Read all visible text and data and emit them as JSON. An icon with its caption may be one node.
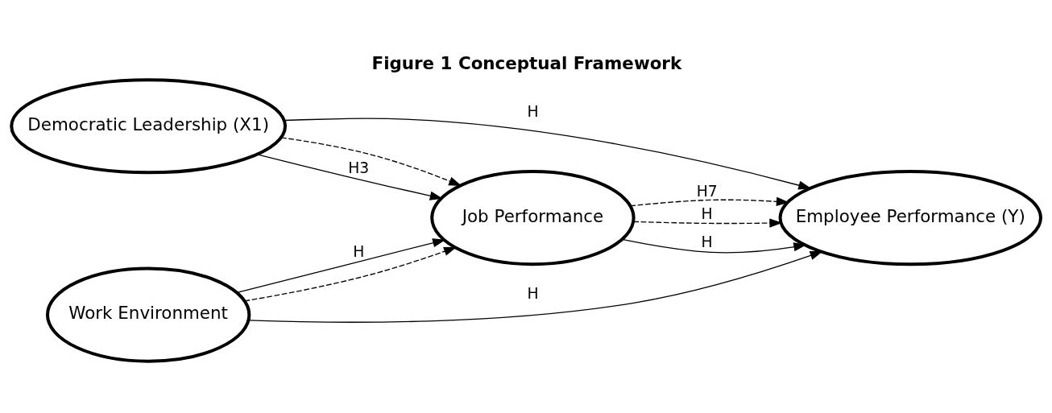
{
  "diagram": {
    "title": "Figure 1 Conceptual Framework",
    "nodes": [
      {
        "text": [
          "Democratic Leadership (X1)"
        ]
      },
      {
        "text": [
          "Job Performance"
        ]
      },
      {
        "text": [
          "Work Environment"
        ]
      },
      {
        "text": [
          "Employee Performance (Y)"
        ]
      }
    ],
    "edges": [
      {
        "from": 0,
        "to": 3,
        "arrow": "to",
        "label": "H"
      },
      {
        "from": 0,
        "to": 1,
        "arrow": "to",
        "style": "dashed"
      },
      {
        "from": 0,
        "to": 1,
        "arrow": "to",
        "label": "H3"
      },
      {
        "from": 2,
        "to": 1,
        "arrow": "to",
        "label": "H"
      },
      {
        "from": 2,
        "to": 1,
        "arrow": "to",
        "style": "dashed"
      },
      {
        "from": 1,
        "to": 3,
        "arrow": "to",
        "style": "dashed",
        "label": "H"
      },
      {
        "from": 1,
        "to": 3,
        "arrow": "to",
        "label": "H"
      },
      {
        "from": 1,
        "to": 3,
        "arrow": "to",
        "style": "dashed",
        "label": "H7"
      },
      {
        "from": 2,
        "to": 3,
        "arrow": "to",
        "label": "H"
      }
    ]
  }
}
